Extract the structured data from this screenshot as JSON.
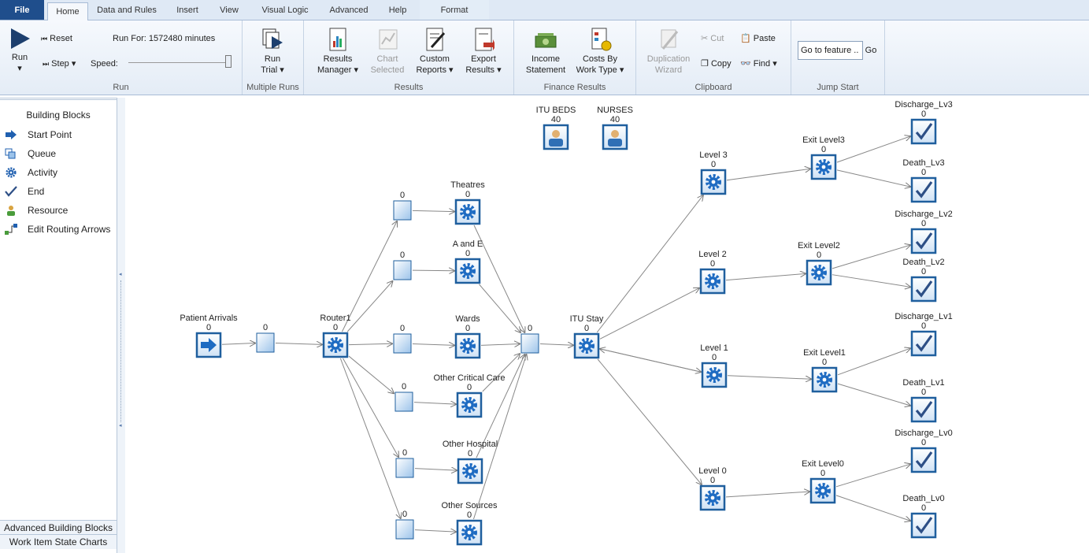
{
  "tabs": [
    "File",
    "Home",
    "Data and Rules",
    "Insert",
    "View",
    "Visual Logic",
    "Advanced",
    "Help",
    "Format"
  ],
  "ribbon": {
    "run": "Run",
    "reset": "Reset",
    "step": "Step",
    "speed": "Speed:",
    "run_for": "Run For: 1572480 minutes",
    "run_group": "Run",
    "run_trial_1": "Run",
    "run_trial_2": "Trial",
    "multiple_runs": "Multiple Runs",
    "results_manager_1": "Results",
    "results_manager_2": "Manager",
    "chart_selected_1": "Chart",
    "chart_selected_2": "Selected",
    "custom_reports_1": "Custom",
    "custom_reports_2": "Reports",
    "export_results_1": "Export",
    "export_results_2": "Results",
    "results_group": "Results",
    "income_1": "Income",
    "income_2": "Statement",
    "costs_1": "Costs By",
    "costs_2": "Work Type",
    "finance_group": "Finance Results",
    "dup_1": "Duplication",
    "dup_2": "Wizard",
    "cut": "Cut",
    "copy": "Copy",
    "paste": "Paste",
    "find": "Find",
    "clipboard_group": "Clipboard",
    "goto_value": "Go to feature ..",
    "go": "Go",
    "jump_group": "Jump Start"
  },
  "sidebar": {
    "title": "Building Blocks",
    "items": [
      {
        "label": "Start Point",
        "icon": "arrow-right-icon"
      },
      {
        "label": "Queue",
        "icon": "queue-icon"
      },
      {
        "label": "Activity",
        "icon": "gear-icon"
      },
      {
        "label": "End",
        "icon": "checkmark-icon"
      },
      {
        "label": "Resource",
        "icon": "person-icon"
      },
      {
        "label": "Edit Routing Arrows",
        "icon": "routing-icon"
      }
    ],
    "footer": [
      "Advanced Building Blocks",
      "Work Item State Charts"
    ]
  },
  "colors": {
    "block": "#1f5f9e",
    "gear": "#1e6bc2",
    "ribbon": "#e4ecf6"
  },
  "nodes": [
    {
      "id": "itu_beds",
      "type": "resource",
      "label": "ITU BEDS",
      "value": "40"
    },
    {
      "id": "nurses",
      "type": "resource",
      "label": "NURSES",
      "value": "40"
    },
    {
      "id": "patient_arrivals",
      "type": "start",
      "label": "Patient Arrivals",
      "value": "0"
    },
    {
      "id": "q_in",
      "type": "queue",
      "label": "",
      "value": "0"
    },
    {
      "id": "router1",
      "type": "activity",
      "label": "Router1",
      "value": "0"
    },
    {
      "id": "q_th",
      "type": "queue",
      "label": "",
      "value": "0"
    },
    {
      "id": "q_ae",
      "type": "queue",
      "label": "",
      "value": "0"
    },
    {
      "id": "q_wa",
      "type": "queue",
      "label": "",
      "value": "0"
    },
    {
      "id": "q_oc",
      "type": "queue",
      "label": "",
      "value": "0"
    },
    {
      "id": "q_oh",
      "type": "queue",
      "label": "",
      "value": "0"
    },
    {
      "id": "q_os",
      "type": "queue",
      "label": "",
      "value": "0"
    },
    {
      "id": "theatres",
      "type": "activity",
      "label": "Theatres",
      "value": "0"
    },
    {
      "id": "ae",
      "type": "activity",
      "label": "A and E",
      "value": "0"
    },
    {
      "id": "wards",
      "type": "activity",
      "label": "Wards",
      "value": "0"
    },
    {
      "id": "other_cc",
      "type": "activity",
      "label": "Other Critical Care",
      "value": "0"
    },
    {
      "id": "other_hosp",
      "type": "activity",
      "label": "Other Hospital",
      "value": "0"
    },
    {
      "id": "other_src",
      "type": "activity",
      "label": "Other Sources",
      "value": "0"
    },
    {
      "id": "q_itu",
      "type": "queue",
      "label": "",
      "value": "0"
    },
    {
      "id": "itu_stay",
      "type": "activity",
      "label": "ITU Stay",
      "value": "0"
    },
    {
      "id": "level3",
      "type": "activity",
      "label": "Level 3",
      "value": "0"
    },
    {
      "id": "level2",
      "type": "activity",
      "label": "Level 2",
      "value": "0"
    },
    {
      "id": "level1",
      "type": "activity",
      "label": "Level 1",
      "value": "0"
    },
    {
      "id": "level0",
      "type": "activity",
      "label": "Level 0",
      "value": "0"
    },
    {
      "id": "exit3",
      "type": "activity",
      "label": "Exit Level3",
      "value": "0"
    },
    {
      "id": "exit2",
      "type": "activity",
      "label": "Exit Level2",
      "value": "0"
    },
    {
      "id": "exit1",
      "type": "activity",
      "label": "Exit Level1",
      "value": "0"
    },
    {
      "id": "exit0",
      "type": "activity",
      "label": "Exit Level0",
      "value": "0"
    },
    {
      "id": "dis3",
      "type": "end",
      "label": "Discharge_Lv3",
      "value": "0"
    },
    {
      "id": "death3",
      "type": "end",
      "label": "Death_Lv3",
      "value": "0"
    },
    {
      "id": "dis2",
      "type": "end",
      "label": "Discharge_Lv2",
      "value": "0"
    },
    {
      "id": "death2",
      "type": "end",
      "label": "Death_Lv2",
      "value": "0"
    },
    {
      "id": "dis1",
      "type": "end",
      "label": "Discharge_Lv1",
      "value": "0"
    },
    {
      "id": "death1",
      "type": "end",
      "label": "Death_Lv1",
      "value": "0"
    },
    {
      "id": "dis0",
      "type": "end",
      "label": "Discharge_Lv0",
      "value": "0"
    },
    {
      "id": "death0",
      "type": "end",
      "label": "Death_Lv0",
      "value": "0"
    }
  ],
  "links": [
    [
      "patient_arrivals",
      "q_in"
    ],
    [
      "q_in",
      "router1"
    ],
    [
      "router1",
      "q_th"
    ],
    [
      "router1",
      "q_ae"
    ],
    [
      "router1",
      "q_wa"
    ],
    [
      "router1",
      "q_oc"
    ],
    [
      "router1",
      "q_oh"
    ],
    [
      "router1",
      "q_os"
    ],
    [
      "q_th",
      "theatres"
    ],
    [
      "q_ae",
      "ae"
    ],
    [
      "q_wa",
      "wards"
    ],
    [
      "q_oc",
      "other_cc"
    ],
    [
      "q_oh",
      "other_hosp"
    ],
    [
      "q_os",
      "other_src"
    ],
    [
      "theatres",
      "q_itu"
    ],
    [
      "ae",
      "q_itu"
    ],
    [
      "wards",
      "q_itu"
    ],
    [
      "other_cc",
      "q_itu"
    ],
    [
      "other_hosp",
      "q_itu"
    ],
    [
      "other_src",
      "q_itu"
    ],
    [
      "q_itu",
      "itu_stay"
    ],
    [
      "itu_stay",
      "level3"
    ],
    [
      "itu_stay",
      "level2"
    ],
    [
      "itu_stay",
      "level1"
    ],
    [
      "itu_stay",
      "level0"
    ],
    [
      "level3",
      "exit3"
    ],
    [
      "level2",
      "exit2"
    ],
    [
      "level1",
      "exit1"
    ],
    [
      "level0",
      "exit0"
    ],
    [
      "level1",
      "itu_stay"
    ],
    [
      "exit3",
      "dis3"
    ],
    [
      "exit3",
      "death3"
    ],
    [
      "exit2",
      "dis2"
    ],
    [
      "exit2",
      "death2"
    ],
    [
      "exit1",
      "dis1"
    ],
    [
      "exit1",
      "death1"
    ],
    [
      "exit0",
      "dis0"
    ],
    [
      "exit0",
      "death0"
    ]
  ]
}
